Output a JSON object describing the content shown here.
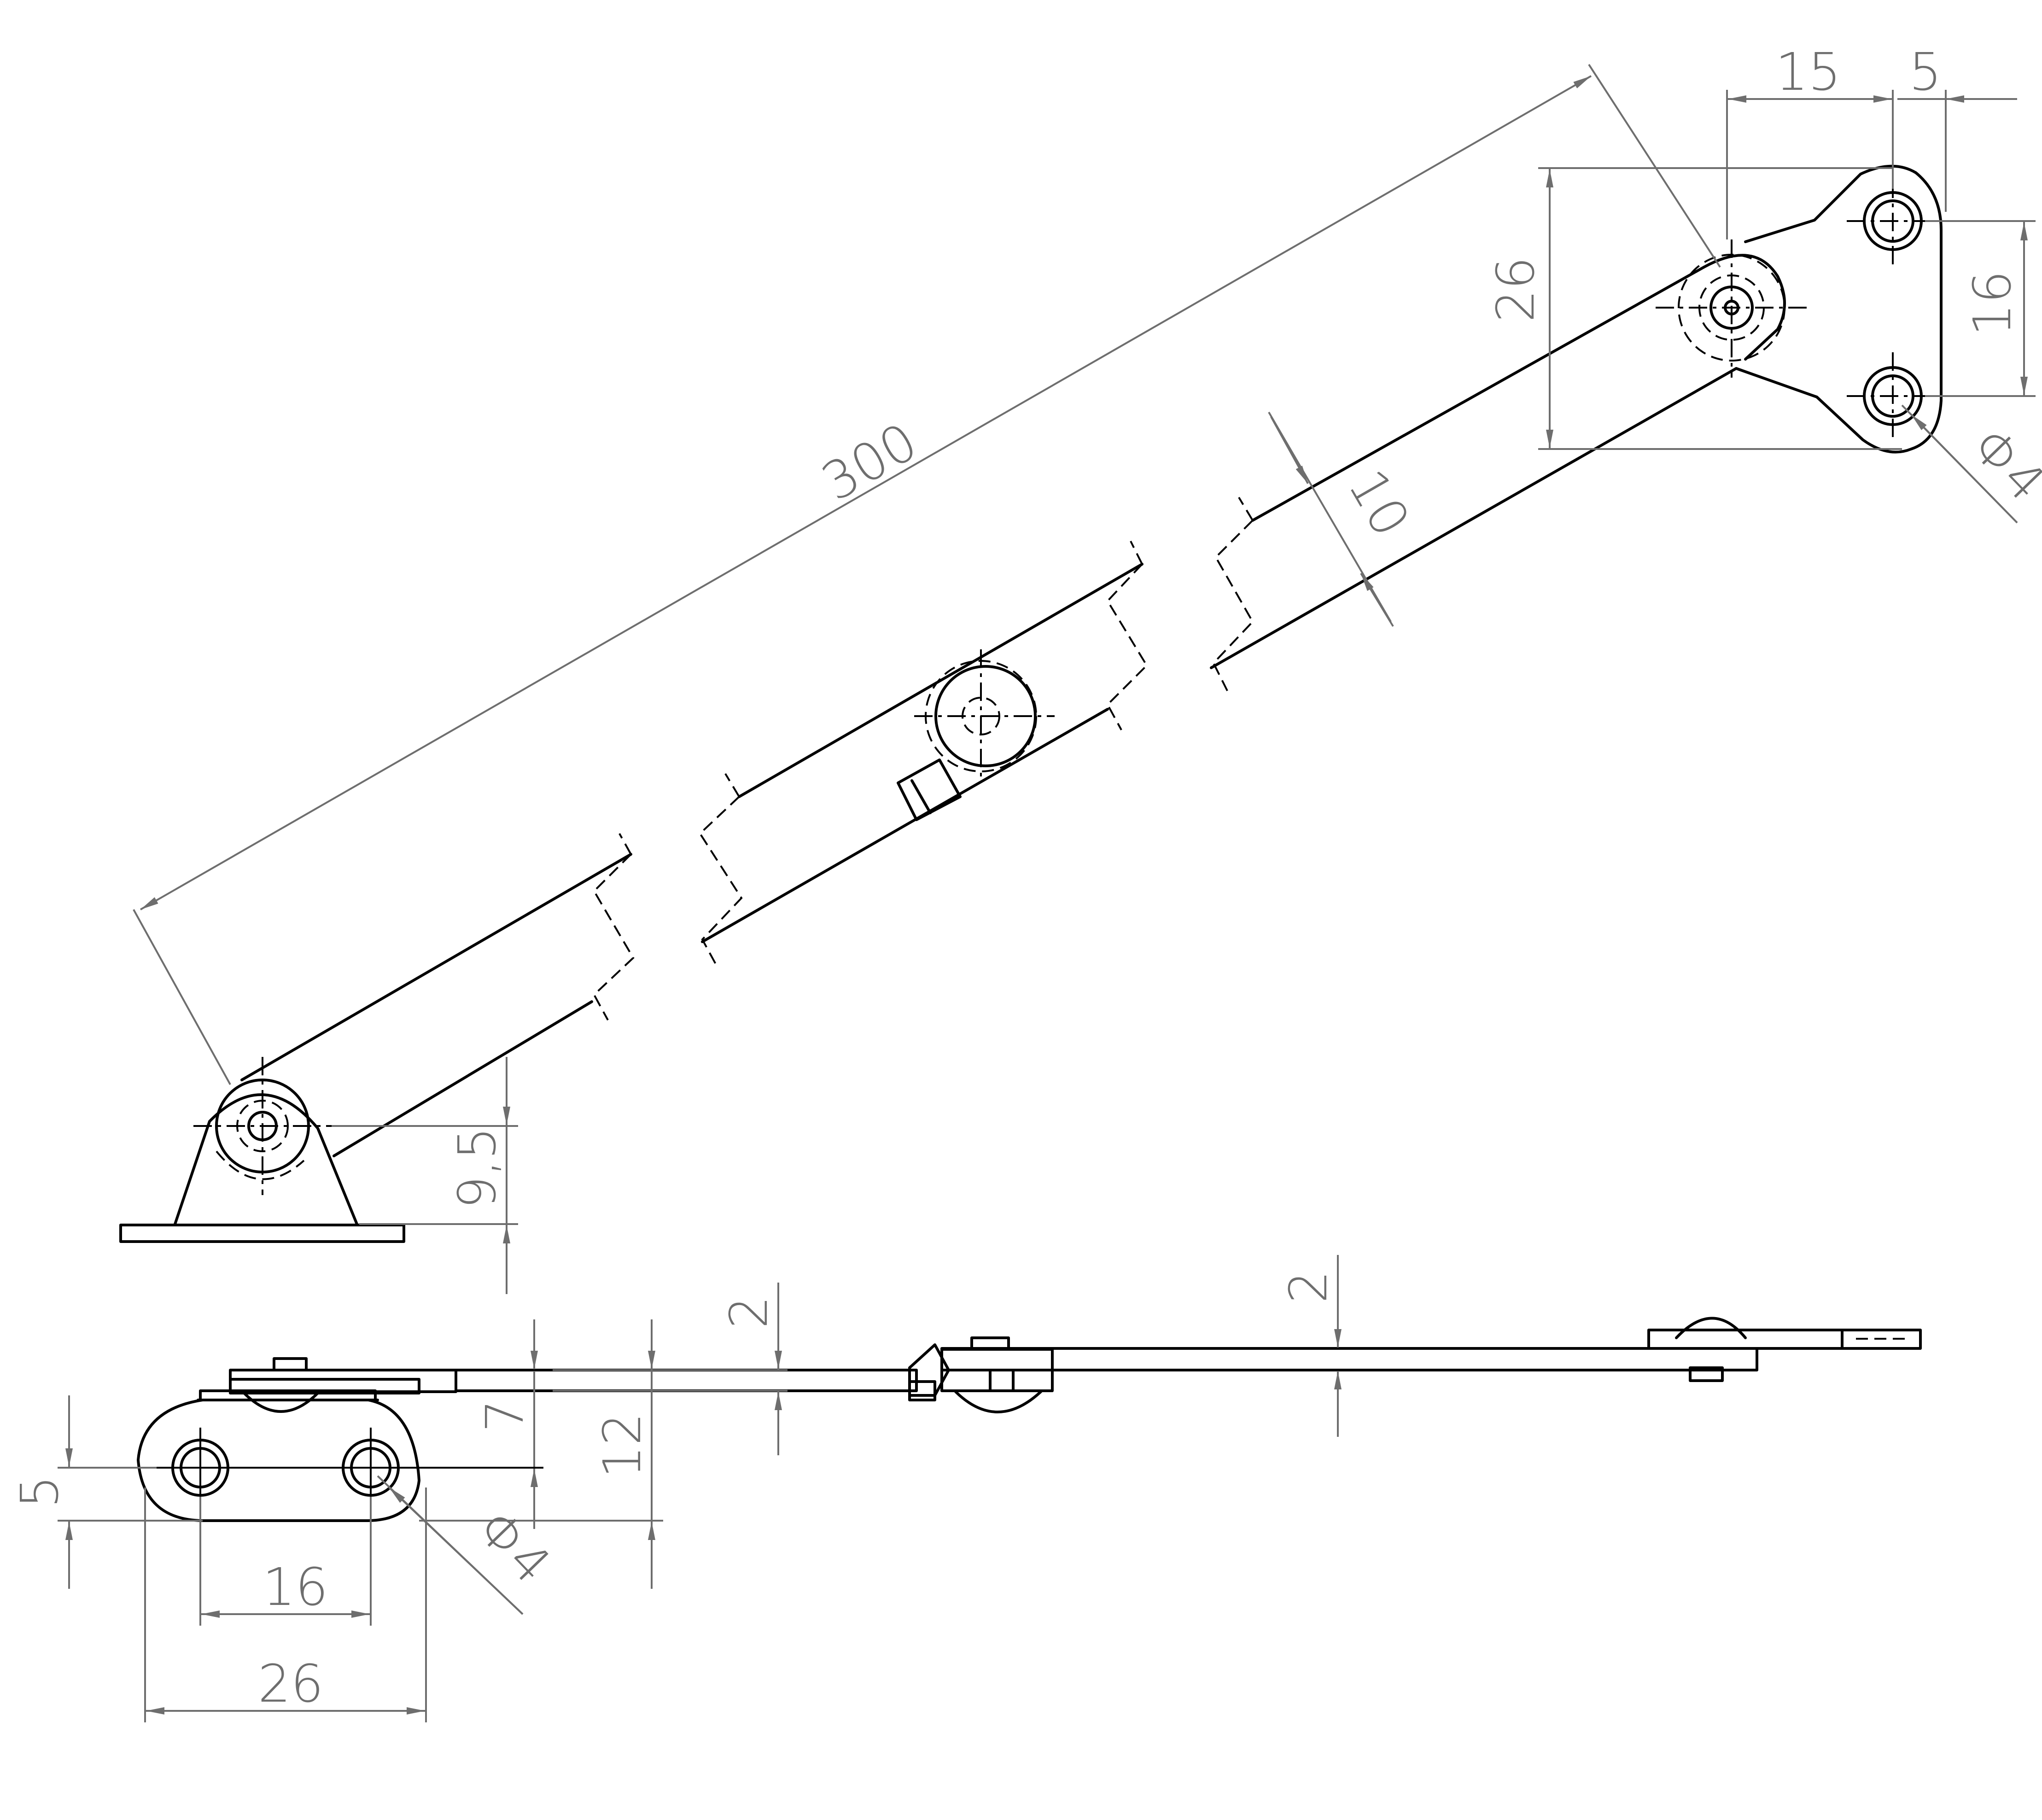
{
  "drawing": {
    "colors": {
      "part_outline": "#000000",
      "dimension": "#6e6e6e",
      "background": "#ffffff"
    },
    "dimensions": {
      "overall_length": "300",
      "upper_offset": "15",
      "upper_edge": "5",
      "upper_plate_height": "26",
      "upper_hole_spacing": "16",
      "upper_hole_dia_symbol": "Φ",
      "upper_hole_dia": "4",
      "arm_width": "10",
      "pivot_height": "9,5",
      "thickness_left": "2",
      "thickness_right": "2",
      "base_height_7": "7",
      "base_height_12": "12",
      "base_edge": "5",
      "base_hole_spacing": "16",
      "base_width": "26",
      "base_hole_dia_symbol": "Φ",
      "base_hole_dia": "4"
    }
  }
}
